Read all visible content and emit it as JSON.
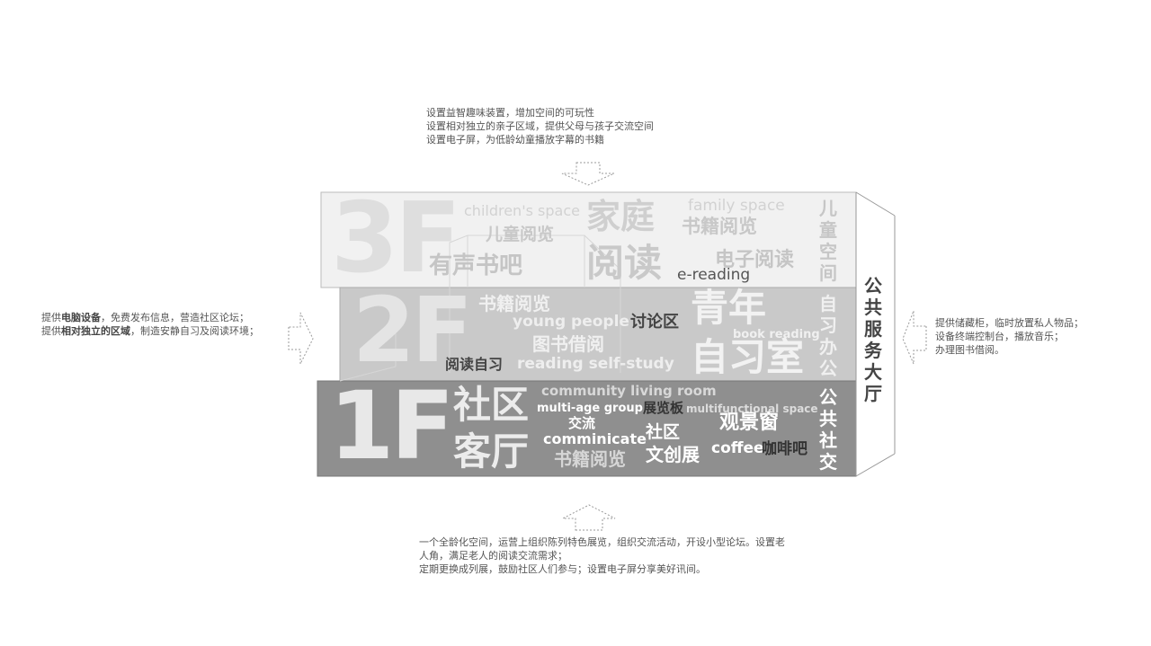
{
  "top_note": {
    "lines": [
      "设置益智趣味装置，增加空间的可玩性",
      "设置相对独立的亲子区域，提供父母与孩子交流空间",
      "设置电子屏，为低龄幼童播放字幕的书籍"
    ]
  },
  "left_note": {
    "line1_prefix": "提供",
    "line1_bold": "电脑设备",
    "line1_suffix": "，免费发布信息，营造社区论坛；",
    "line2_prefix": "提供",
    "line2_bold": "相对独立的区域",
    "line2_suffix": "，制造安静自习及阅读环境；"
  },
  "right_note": {
    "lines": [
      "提供储藏柜，临时放置私人物品；",
      "设备终端控制台，播放音乐；",
      "办理图书借阅。"
    ]
  },
  "bottom_note": {
    "lines": [
      "一个全龄化空间，运营上组织陈列特色展览，组织交流活动，开设小型论坛。设置老",
      "人角，满足老人的阅读交流需求；",
      "定期更换成列展，鼓励社区人们参与；设置电子屏分享美好讯间。"
    ]
  },
  "side_label": "公共服务大厅",
  "floor3": {
    "big": "3F",
    "childrens_space": "children's space",
    "family_cn": "家庭",
    "family_space": "family space",
    "ertong_yuelan": "儿童阅览",
    "shuji_yuelan": "书籍阅览",
    "youshengshuba": "有声书吧",
    "yuedu": "阅读",
    "dianzi_yuelan": "电子阅读",
    "e_reading": "e-reading",
    "vertical": "儿童空间"
  },
  "floor2": {
    "big": "2F",
    "shuji_yuelan": "书籍阅览",
    "young_people": "young people",
    "taolunqu": "讨论区",
    "qingnian": "青年",
    "tushu_jieyue": "图书借阅",
    "book_reading": "book reading",
    "yuedu_zixi": "阅读自习",
    "reading_self_study": "reading self-study",
    "zixishi": "自习室",
    "vertical": "自习办公"
  },
  "floor1": {
    "big": "1F",
    "shequ": "社区",
    "keting": "客厅",
    "community_living_room": "community living room",
    "multi_age_group": "multi-age group",
    "zhanlanban": "展览板",
    "multifunctional_space": "multifunctional space",
    "jiaoliu": "交流",
    "shequ2": "社区",
    "guanjingchuang": "观景窗",
    "comminicate": "comminicate",
    "wenchuangzhan": "文创展",
    "coffee": "coffee",
    "kafeiba": "咖啡吧",
    "shuji_yuelan": "书籍阅览",
    "vertical": "公共社交"
  }
}
